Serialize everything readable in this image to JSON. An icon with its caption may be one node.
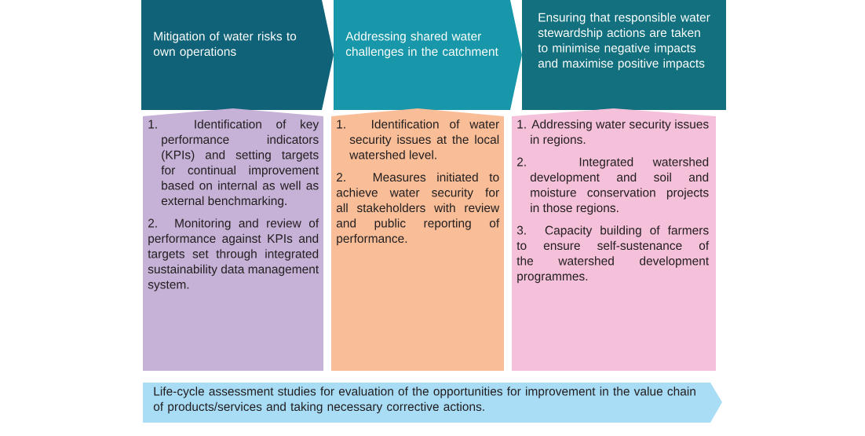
{
  "diagram": {
    "nodes": [
      {
        "text": [
          "Mitigation of water risks to own operations"
        ]
      },
      {
        "text": [
          "Addressing shared water challenges in the catchment"
        ]
      },
      {
        "text": [
          "Ensuring that responsible water stewardship actions are taken to minimise negative impacts and maximise positive impacts"
        ]
      },
      {
        "text": [
          "1. Identification of key performance indicators (KPIs) and setting targets for continual improvement based on internal as well as external benchmarking.",
          "2. Monitoring and review of performance against KPIs and targets set through integrated sustainability data management system."
        ]
      },
      {
        "text": [
          "1. Identification of water security issues at the local watershed level.",
          "2. Measures initiated to achieve water security for all stakeholders with review and public reporting of performance."
        ]
      },
      {
        "text": [
          "1. Addressing water security issues in regions.",
          "2. Integrated watershed development and soil and moisture conservation projects in those regions.",
          "3. Capacity building of farmers to ensure self-sustenance of the watershed development programmes."
        ]
      },
      {
        "text": [
          "Life-cycle assessment studies for evaluation of the opportunities for improvement in the value chain of products/services and taking necessary corrective actions."
        ]
      }
    ]
  }
}
